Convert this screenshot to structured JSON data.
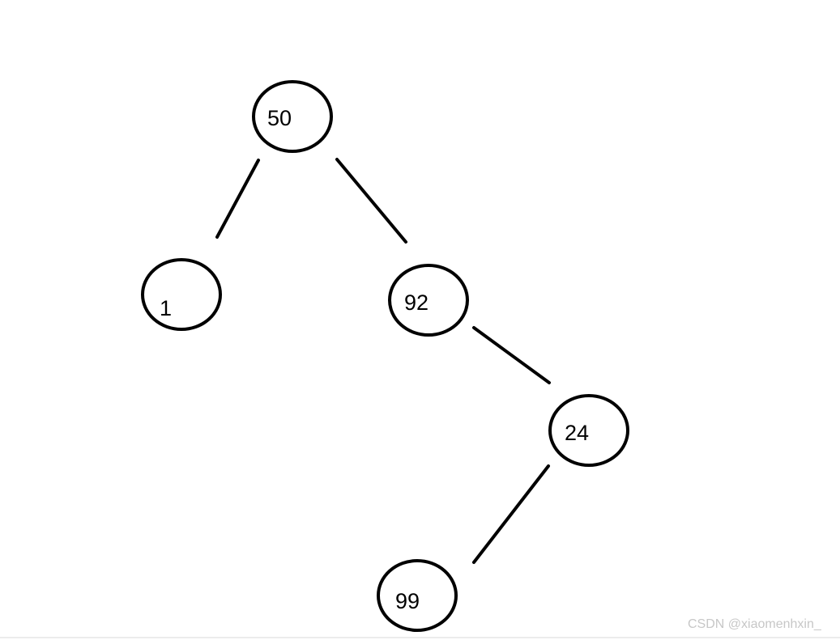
{
  "diagram": {
    "nodes": [
      {
        "id": "n50",
        "label": "50"
      },
      {
        "id": "n1",
        "label": "1"
      },
      {
        "id": "n92",
        "label": "92"
      },
      {
        "id": "n24",
        "label": "24"
      },
      {
        "id": "n99",
        "label": "99"
      }
    ],
    "edges": [
      {
        "from": "n50",
        "to": "n1"
      },
      {
        "from": "n50",
        "to": "n92"
      },
      {
        "from": "n92",
        "to": "n24"
      },
      {
        "from": "n24",
        "to": "n99"
      }
    ]
  },
  "watermark": "CSDN @xiaomenhxin_",
  "colors": {
    "background": "#ffffff",
    "stroke": "#000000",
    "watermark": "#c7c7c7"
  }
}
